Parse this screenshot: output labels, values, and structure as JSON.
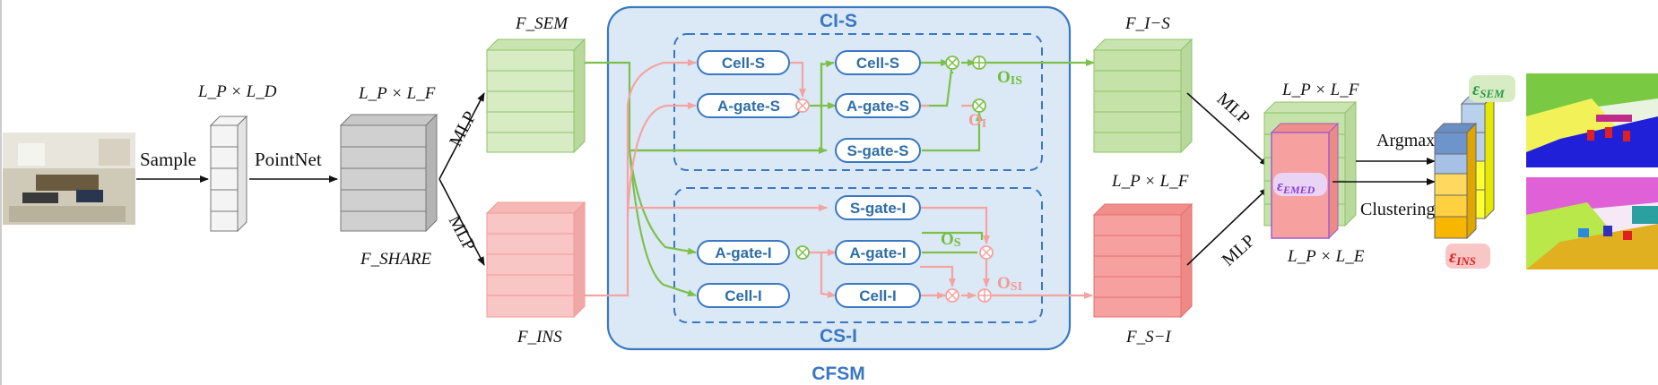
{
  "labels": {
    "sample": "Sample",
    "pointnet": "PointNet",
    "mlp": "MLP",
    "argmax": "Argmax",
    "clustering": "Clustering"
  },
  "dims": {
    "lp_ld": "L_P × L_D",
    "lp_lf": "L_P × L_F",
    "lp_le": "L_P × L_E"
  },
  "features": {
    "f_sem": "F_SEM",
    "f_ins": "F_INS",
    "f_share": "F_SHARE",
    "f_is": "F_I−S",
    "f_si": "F_S−I"
  },
  "cfsm": {
    "title": "CFSM",
    "ci_s": "CI-S",
    "cs_i": "CS-I",
    "cells_top": [
      "Cell-S",
      "A-gate-S",
      "Cell-S",
      "A-gate-S",
      "S-gate-S"
    ],
    "cells_bottom": [
      "S-gate-I",
      "A-gate-I",
      "A-gate-I",
      "Cell-I",
      "Cell-I"
    ],
    "o_is": "O_IS",
    "o_i": "O_I",
    "o_s": "O_S",
    "o_si": "O_SI"
  },
  "embeddings": {
    "e_med": "ε_EMED",
    "e_sem": "ε_SEM",
    "e_ins": "ε_INS"
  },
  "colors": {
    "green_fill": "#d8ecc4",
    "green_stroke": "#8cc36a",
    "pink_fill": "#f9c6c6",
    "pink_stroke": "#f19a96",
    "gray_fill": "#d0d0d0",
    "blue_panel": "#dbe8f6",
    "blue_border": "#3a78c2",
    "green_line": "#7cc04a",
    "pink_line": "#f4a3a0"
  }
}
